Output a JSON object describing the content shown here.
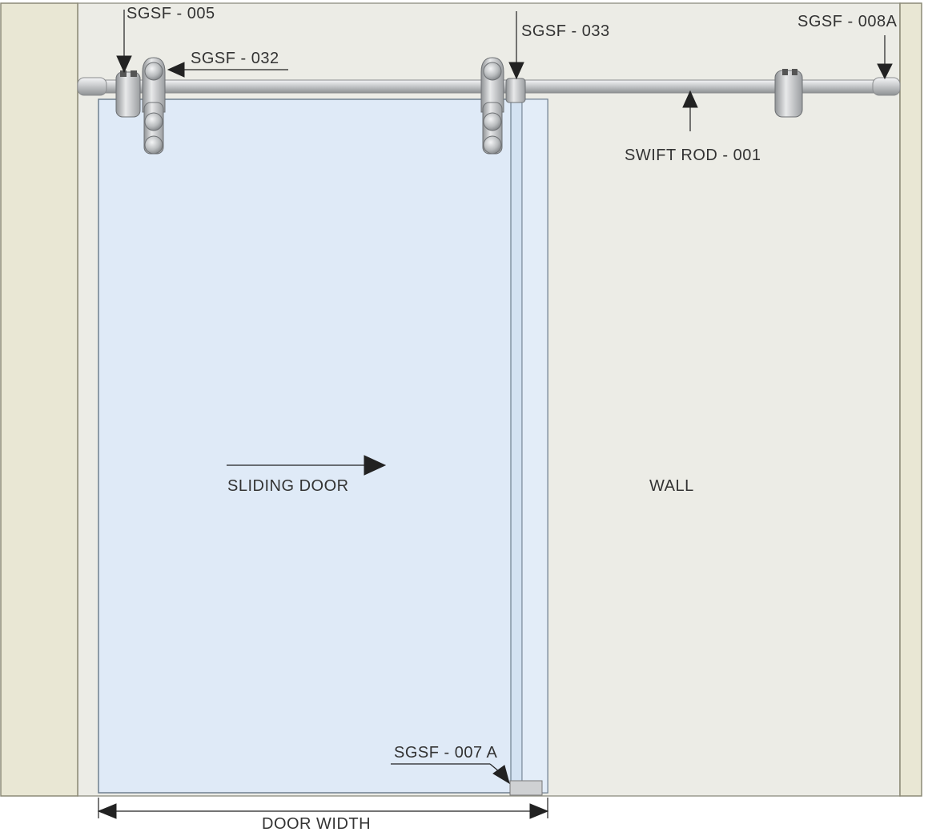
{
  "labels": {
    "sgsf_005": "SGSF - 005",
    "sgsf_032": "SGSF - 032",
    "sgsf_033": "SGSF - 033",
    "sgsf_008a": "SGSF - 008A",
    "swift_rod": "SWIFT ROD - 001",
    "sliding_door": "SLIDING DOOR",
    "wall": "WALL",
    "sgsf_007a": "SGSF - 007 A",
    "door_width": "DOOR WIDTH"
  },
  "colors": {
    "jamb": "#e9e7d3",
    "wall": "#ececE5",
    "glass": "#deeaf7",
    "metal": "#c2c4c6"
  }
}
